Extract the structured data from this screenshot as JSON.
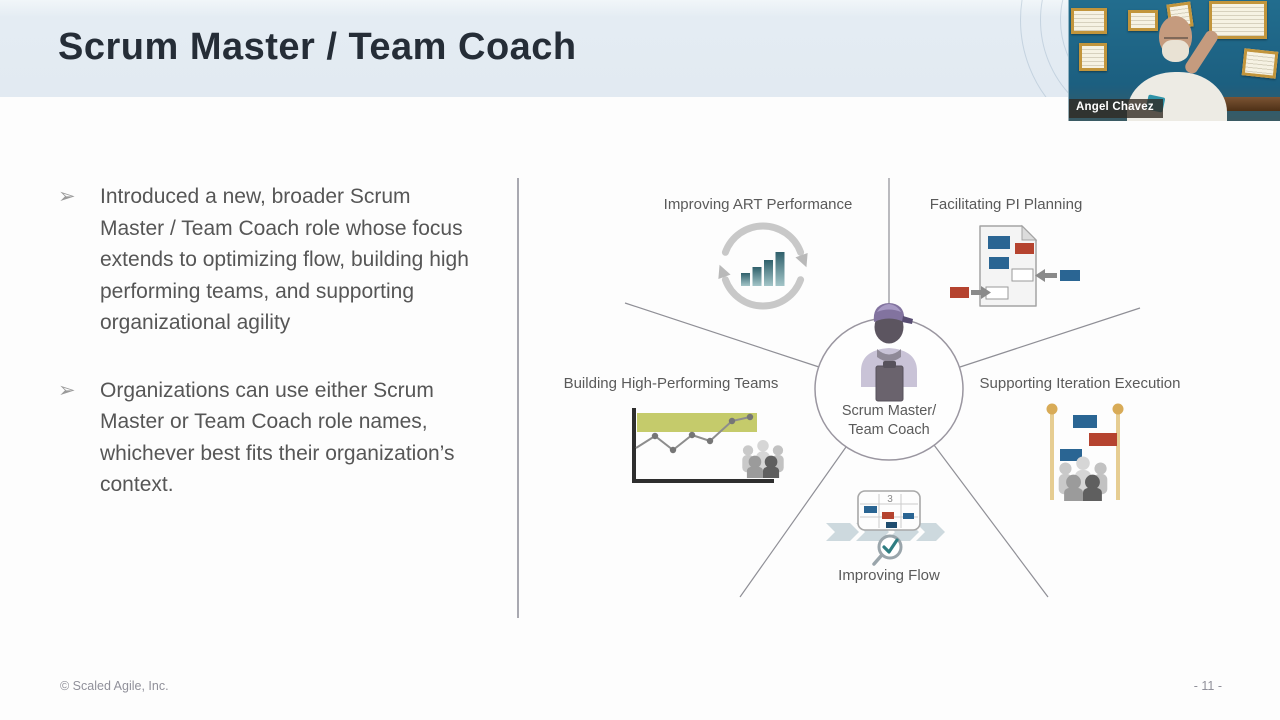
{
  "slide": {
    "title": "Scrum Master / Team Coach",
    "bullet_marker": "➢",
    "bullets": [
      "Introduced a new, broader Scrum Master / Team Coach role whose focus extends to optimizing flow, building high performing teams, and supporting organizational agility",
      "Organizations can use either Scrum Master or Team Coach role names, whichever best fits their organization’s context."
    ],
    "footer_copyright": "© Scaled Agile, Inc.",
    "page_number": "- 11 -"
  },
  "diagram": {
    "center": {
      "line1": "Scrum Master/",
      "line2": "Team Coach"
    },
    "flow_board_label": "3",
    "nodes": [
      {
        "label": "Improving ART Performance",
        "icon": "cycle-arrows-bar-chart-icon"
      },
      {
        "label": "Facilitating PI Planning",
        "icon": "program-board-cards-icon"
      },
      {
        "label": "Building High-Performing Teams",
        "icon": "performance-chart-team-icon"
      },
      {
        "label": "Supporting Iteration Execution",
        "icon": "iteration-kanban-team-icon"
      },
      {
        "label": "Improving Flow",
        "icon": "kanban-flow-check-icon"
      }
    ]
  },
  "webcam": {
    "participant_name": "Angel Chavez"
  },
  "colors": {
    "header_bg": "#e4ecf3",
    "title_text": "#252d37",
    "body_text": "#565656",
    "card_blue": "#2a6593",
    "card_red": "#b5432f",
    "band_green": "#c5cb6b",
    "teal_accent": "#3f8e96",
    "visor_purple": "#82739f",
    "webcam_bg": "#1e6888"
  }
}
